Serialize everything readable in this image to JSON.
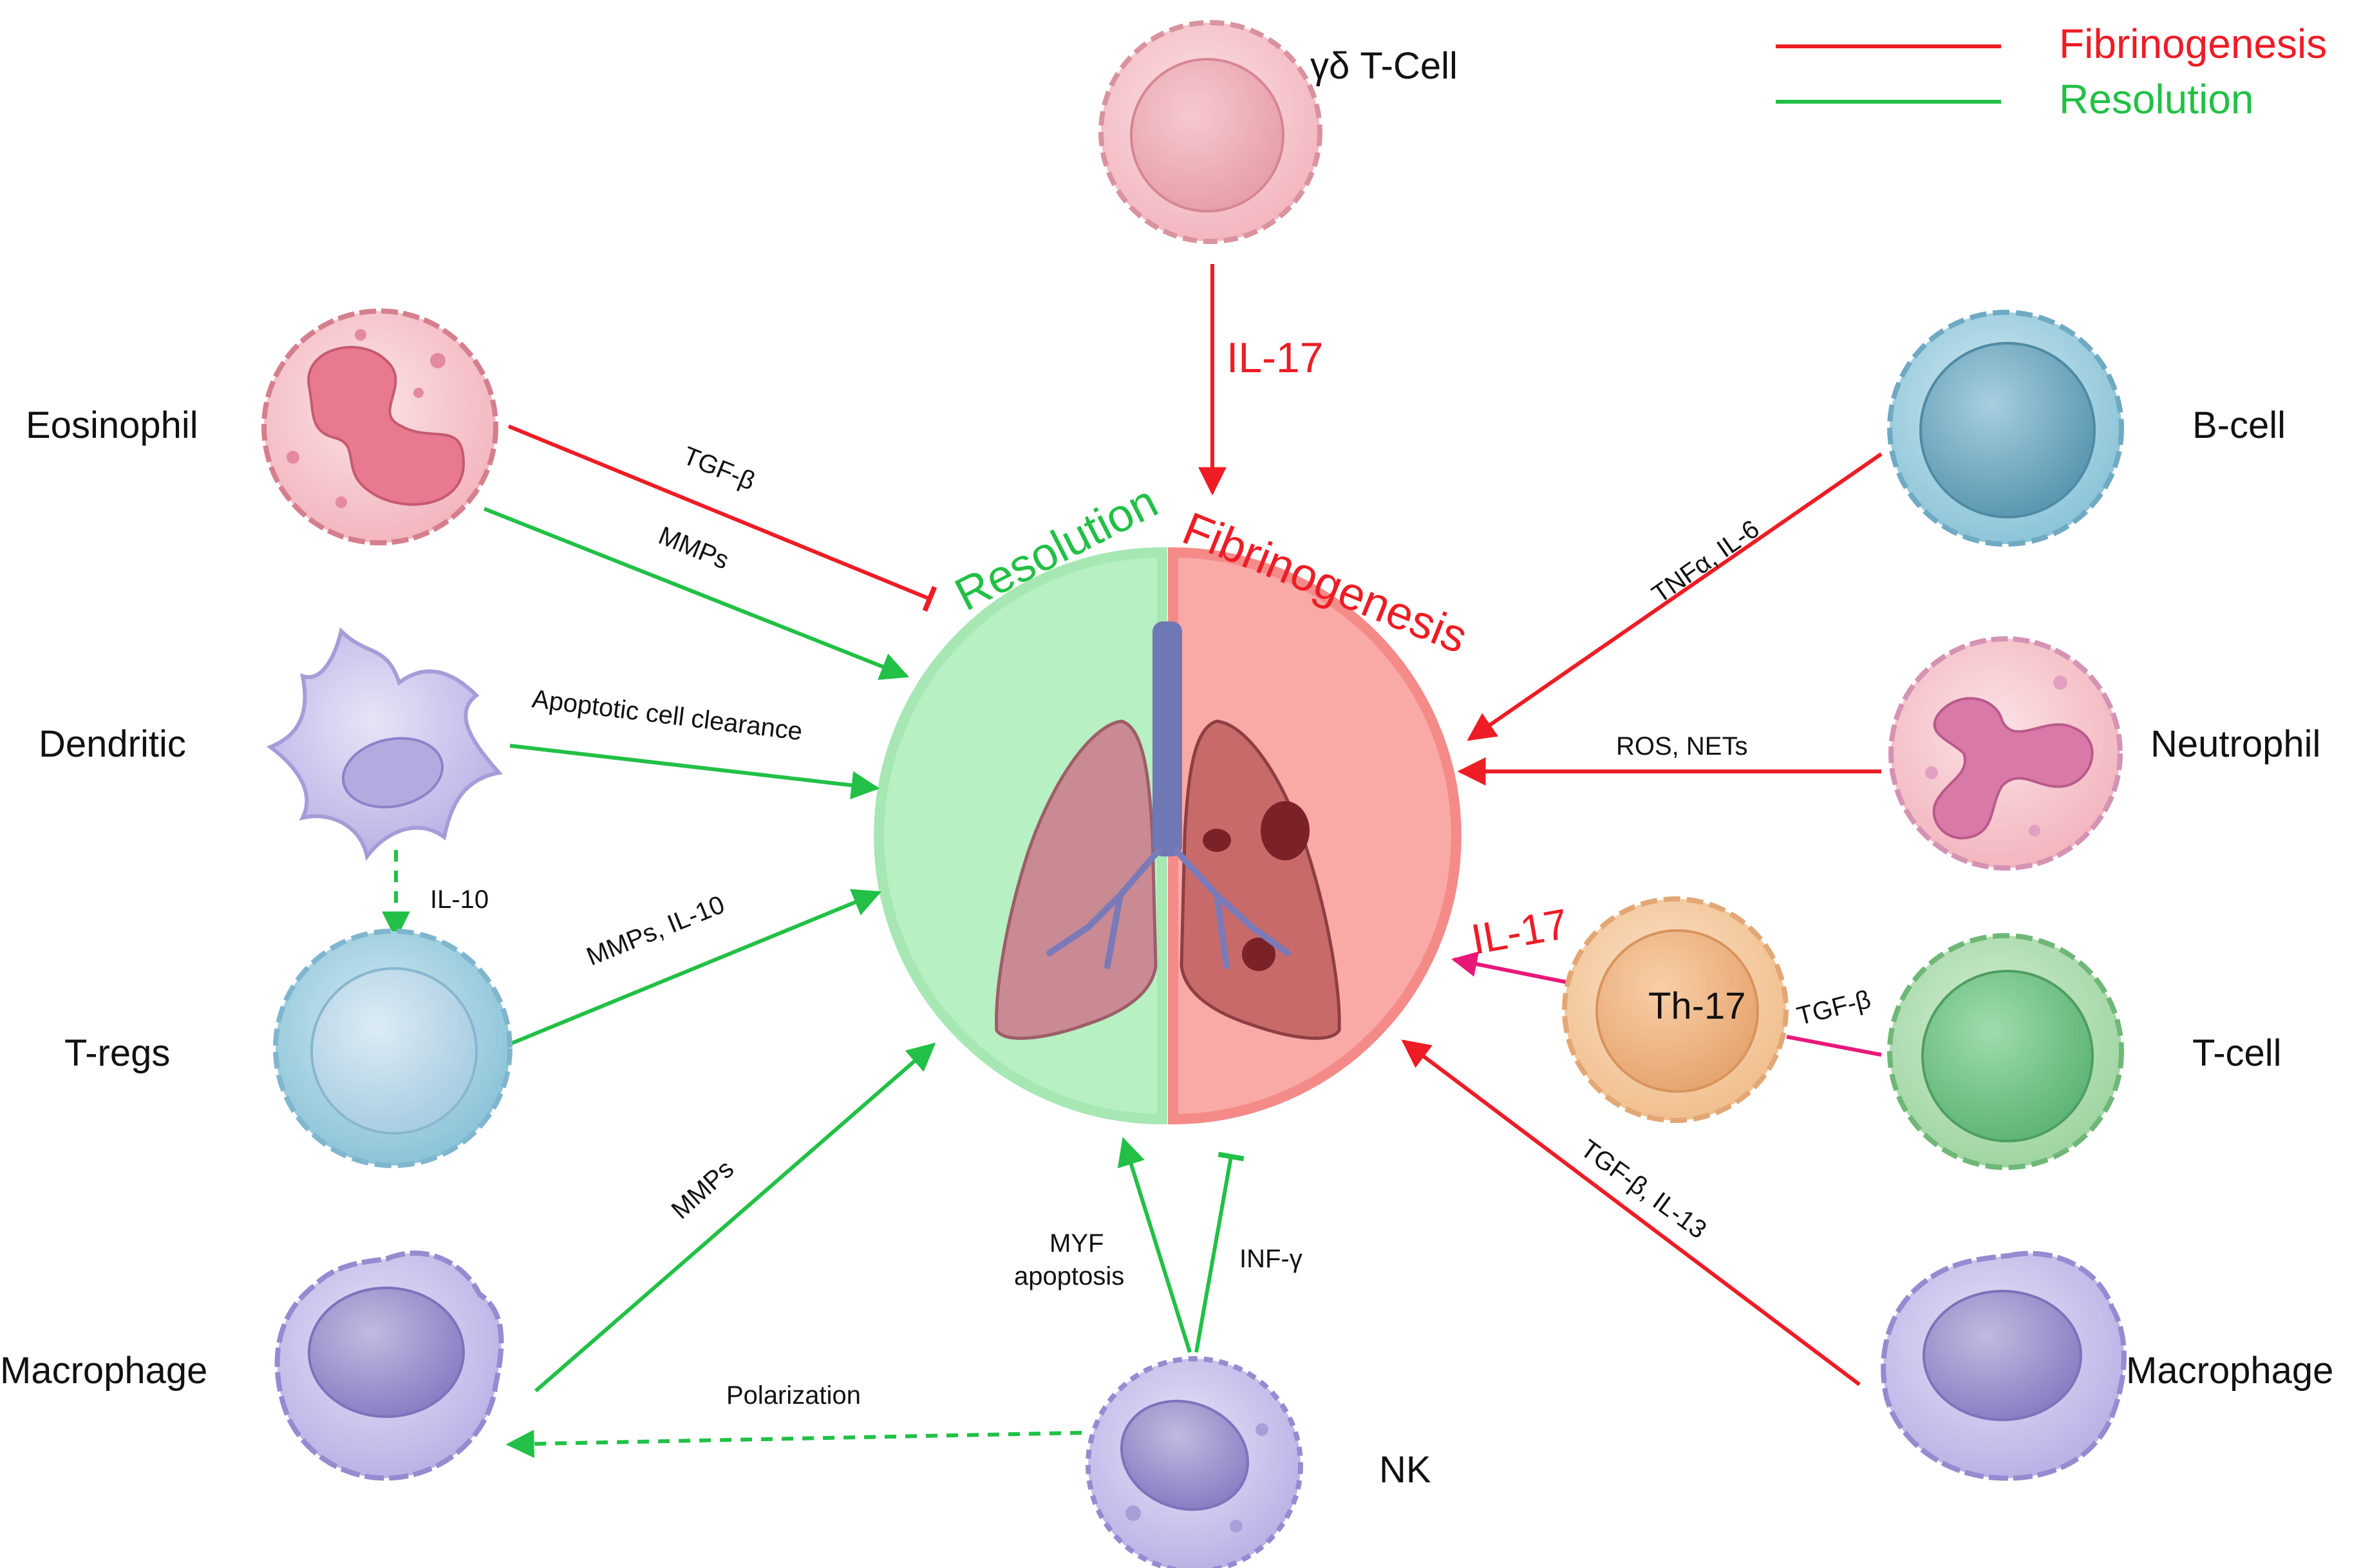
{
  "legend": {
    "items": [
      {
        "label": "Fibrinogenesis",
        "color": "#ee1c25"
      },
      {
        "label": "Resolution",
        "color": "#22c046"
      }
    ]
  },
  "center": {
    "left_label": "Resolution",
    "right_label": "Fibrinogenesis",
    "left_color": "#b7f0c2",
    "right_color": "#f9a9a6"
  },
  "cells": {
    "gd_tcell": "γδ T-Cell",
    "eosinophil": "Eosinophil",
    "dendritic": "Dendritic",
    "tregs": "T-regs",
    "macrophage_left": "Macrophage",
    "nk": "NK",
    "bcell": "B-cell",
    "neutrophil": "Neutrophil",
    "tcell": "T-cell",
    "macrophage_right": "Macrophage",
    "th17": "Th-17"
  },
  "edges": {
    "gd_il17": "IL-17",
    "eos_tgfb": "TGF-β",
    "eos_mmps": "MMPs",
    "dendritic_clearance": "Apoptotic cell clearance",
    "dendritic_il10": "IL-10",
    "tregs_mmps_il10": "MMPs, IL-10",
    "macro_mmps": "MMPs",
    "nk_polarization": "Polarization",
    "nk_myf_line1": "MYF",
    "nk_myf_line2": "apoptosis",
    "nk_infg": "INF-γ",
    "bcell_tnfa": "TNFα, IL-6",
    "neutro_ros": "ROS, NETs",
    "th17_il17": "IL-17",
    "tcell_tgfb": "TGF-β",
    "macro_right_tgfb": "TGF-β, IL-13"
  }
}
